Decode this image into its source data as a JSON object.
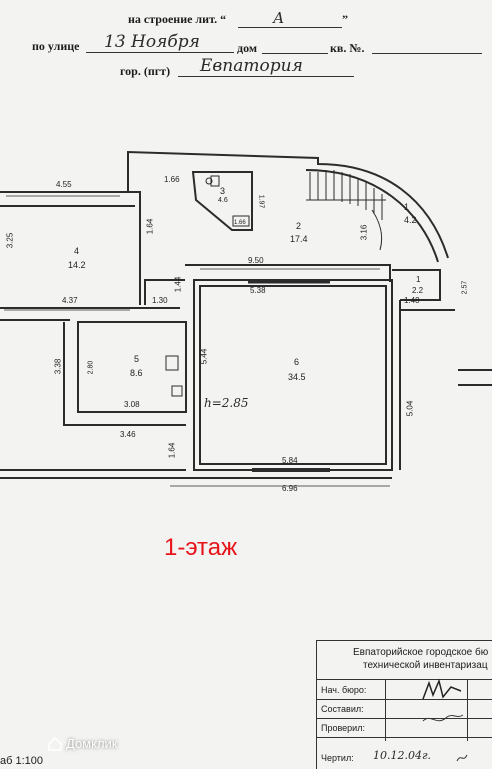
{
  "header": {
    "building_label": "на строение лит. “",
    "building_quote_close": "”",
    "building_value": "А",
    "street_label": "по улице",
    "street_value": "13 Ноября",
    "house_label": "дом",
    "apt_label": "кв. №.",
    "city_label": "гор. (пгт)",
    "city_value": "Евпатория"
  },
  "plan": {
    "rooms": [
      {
        "number": "1",
        "area": "4.2"
      },
      {
        "number": "2",
        "area": "17.4"
      },
      {
        "number": "3",
        "area": "4.6"
      },
      {
        "number": "4",
        "area": "14.2"
      },
      {
        "number": "5",
        "area": "8.6"
      },
      {
        "number": "6",
        "area": "34.5"
      },
      {
        "number": "1",
        "area": "2.2"
      }
    ],
    "dimensions": {
      "d_455": "4.55",
      "d_325": "3.25",
      "d_166": "1.66",
      "d_164": "1.64",
      "d_197": "1.97",
      "d_166b": "1.66",
      "d_316": "3.16",
      "d_950": "9.50",
      "d_538": "5.38",
      "d_144": "1.44",
      "d_130": "1.30",
      "d_437": "4.37",
      "d_148": "1.48",
      "d_257": "2.57",
      "d_338": "3.38",
      "d_280": "2.80",
      "d_544": "5.44",
      "d_308": "3.08",
      "d_346": "3.46",
      "d_164b": "1.64",
      "d_584": "5.84",
      "d_504": "5.04",
      "d_696": "6.96"
    },
    "height_note": "h=2.85"
  },
  "floor_label": "1-этаж",
  "stamp": {
    "org_line1": "Евпаторийское городское бю",
    "org_line2": "технической инвентаризац",
    "rows": [
      {
        "label": "Нач. бюро:"
      },
      {
        "label": "Составил:"
      },
      {
        "label": "Проверил:"
      },
      {
        "label": "Чертил:"
      }
    ],
    "drawn_date": "10.12.04г."
  },
  "footer": {
    "scale": "аб 1:100",
    "watermark": "Домклик"
  }
}
